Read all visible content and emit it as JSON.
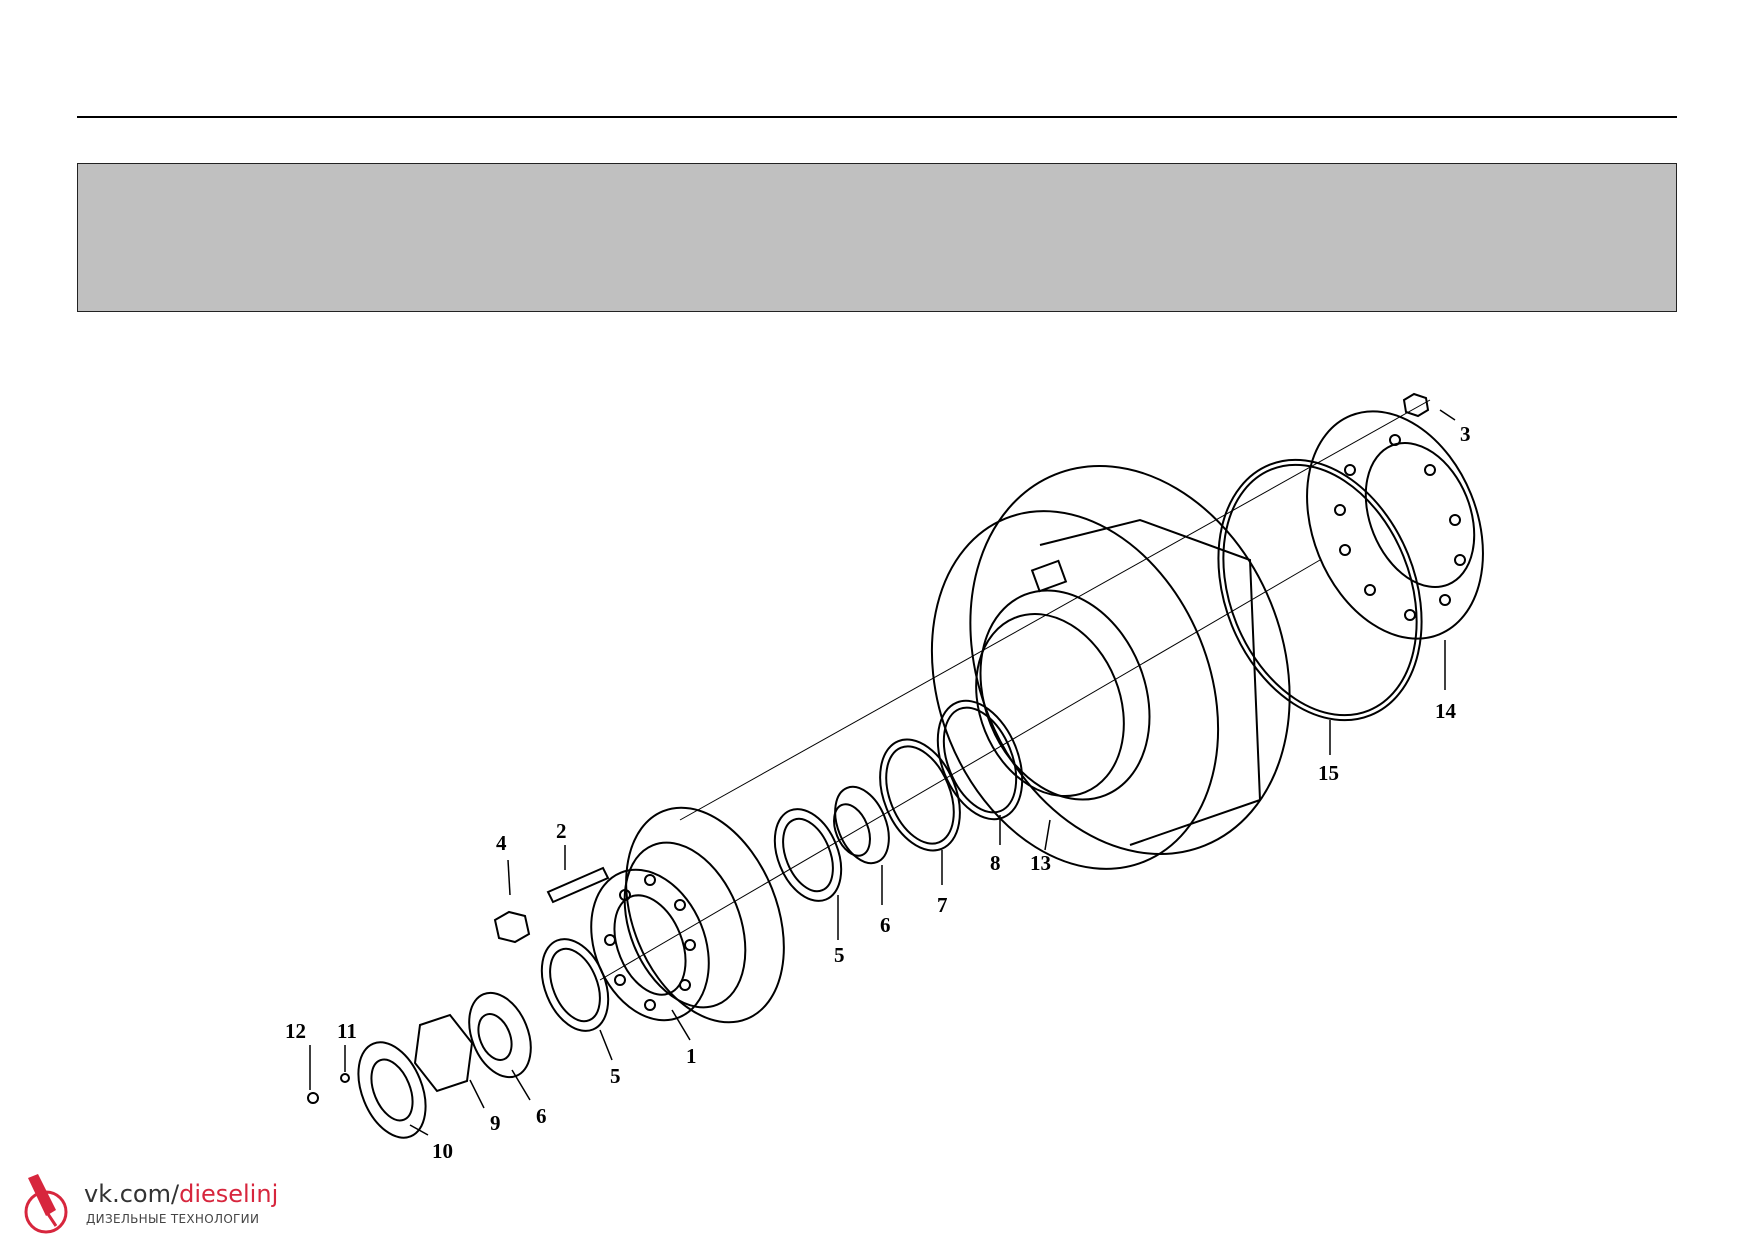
{
  "callouts": [
    "1",
    "2",
    "3",
    "4",
    "5",
    "5",
    "6",
    "6",
    "7",
    "8",
    "9",
    "10",
    "11",
    "12",
    "13",
    "14",
    "15"
  ],
  "watermark": {
    "url_prefix": "vk.com/",
    "url_name": "dieselinj",
    "subtitle": "ДИЗЕЛЬНЫЕ ТЕХНОЛОГИИ",
    "accent_color": "#d7263d",
    "icon": "injector-icon"
  },
  "colors": {
    "banner": "#c0c0c0",
    "ink": "#000000"
  }
}
